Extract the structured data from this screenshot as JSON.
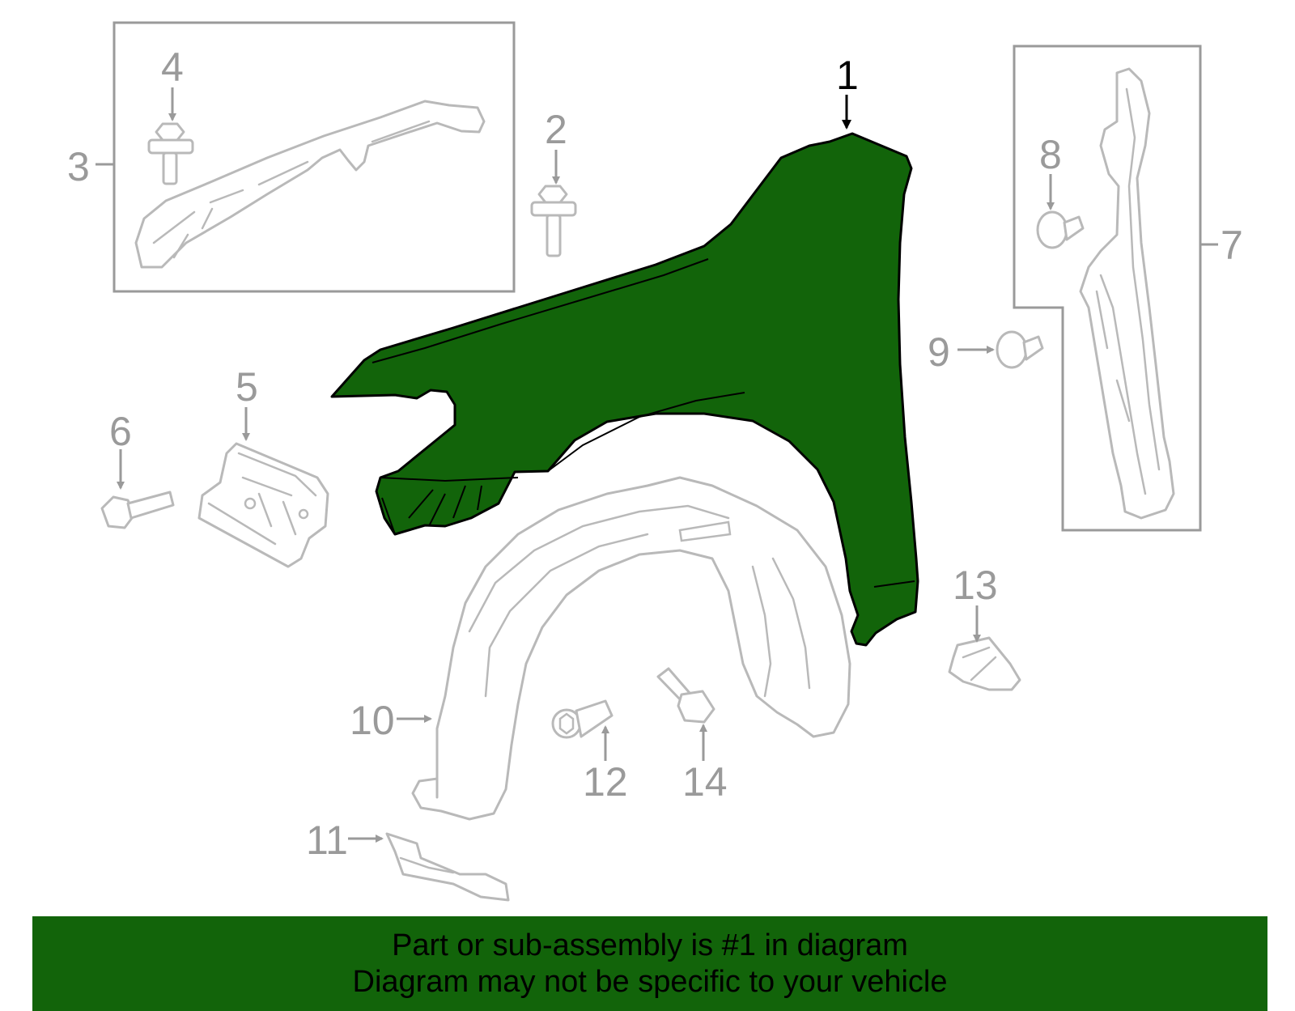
{
  "colors": {
    "highlight": "#12640a",
    "part_outline": "#b9b9b9",
    "label": "#9a9a9a"
  },
  "callouts": {
    "c1": "1",
    "c2": "2",
    "c3": "3",
    "c4": "4",
    "c5": "5",
    "c6": "6",
    "c7": "7",
    "c8": "8",
    "c9": "9",
    "c10": "10",
    "c11": "11",
    "c12": "12",
    "c13": "13",
    "c14": "14"
  },
  "highlighted_part": "1",
  "banner": {
    "line1": "Part or sub-assembly is #1 in diagram",
    "line2": "Diagram may not be specific to your vehicle"
  }
}
